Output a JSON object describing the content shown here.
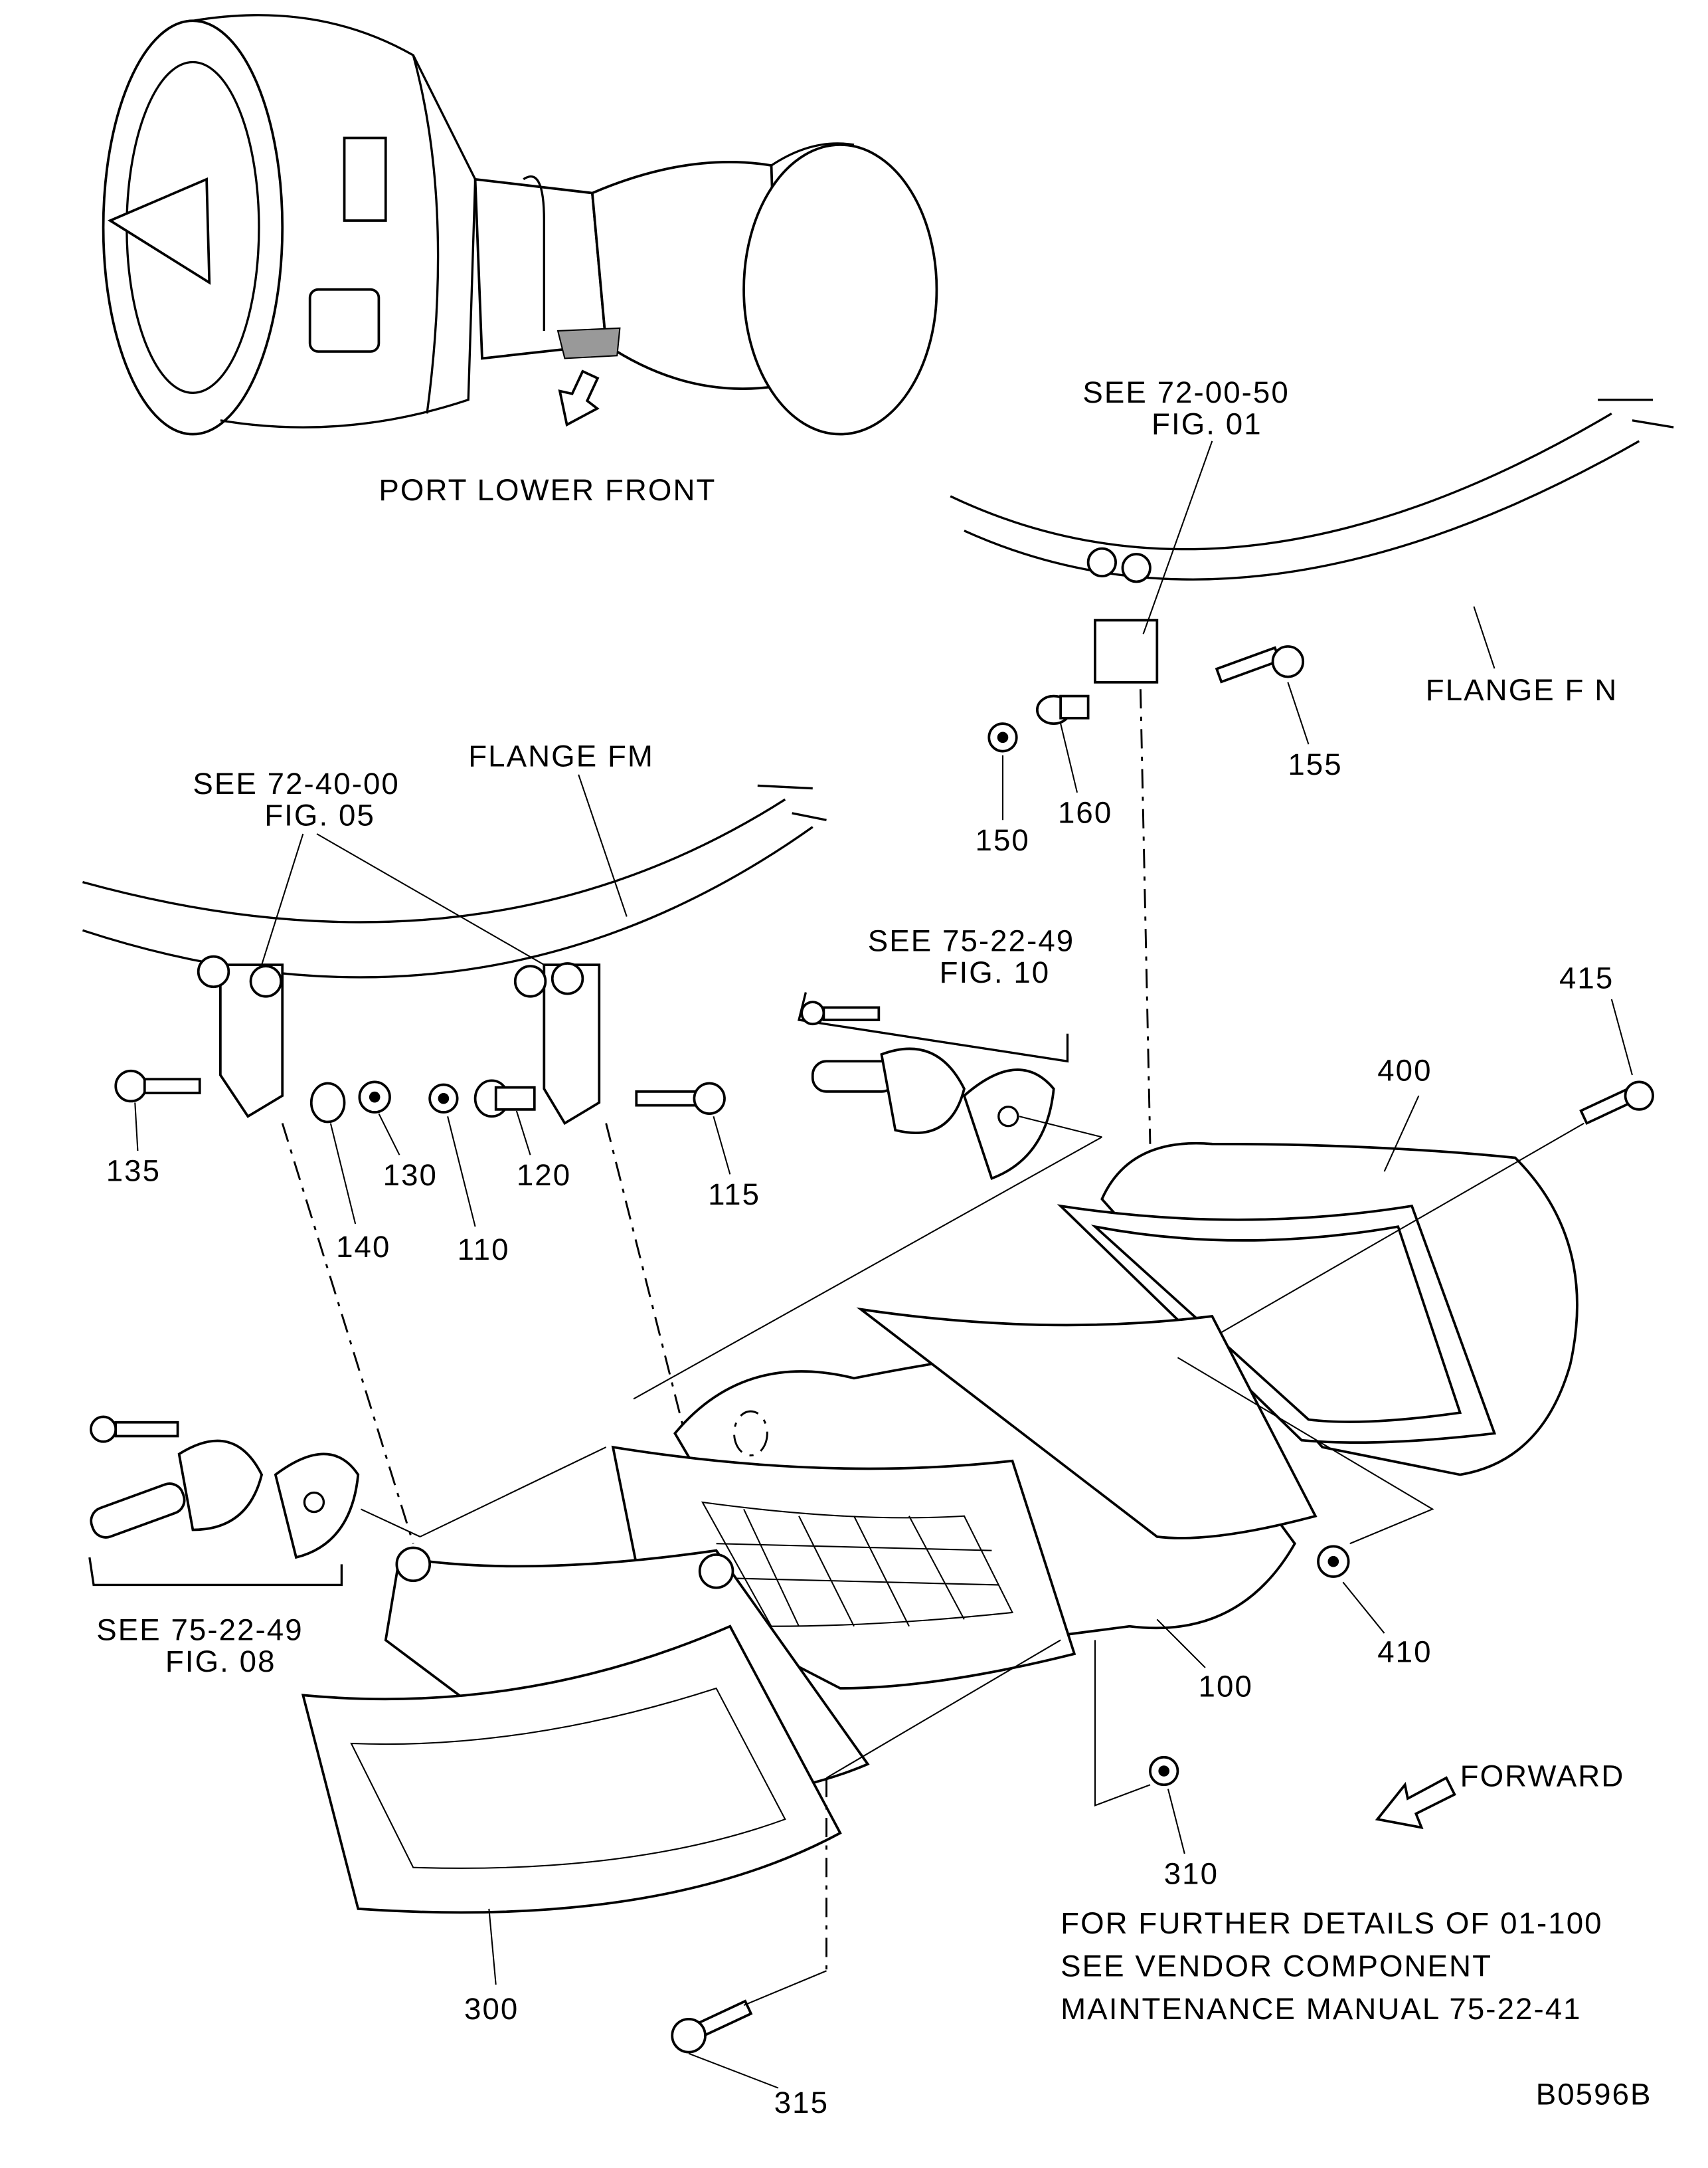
{
  "figure_id": "B0596B",
  "view_label": "PORT LOWER FRONT",
  "references": {
    "flange_fn_ref": {
      "line1": "SEE  72-00-50",
      "line2": "FIG. 01"
    },
    "flange_fm_ref": {
      "line1": "SEE  72-40-00",
      "line2": "FIG. 05"
    },
    "fig10_ref": {
      "line1": "SEE  75-22-49",
      "line2": "FIG. 10"
    },
    "fig08_ref": {
      "line1": "SEE  75-22-49",
      "line2": "FIG. 08"
    }
  },
  "flanges": {
    "fn": "FLANGE  F N",
    "fm": "FLANGE  FM"
  },
  "direction": {
    "label": "FORWARD"
  },
  "item_numbers": {
    "i100": "100",
    "i110": "110",
    "i115": "115",
    "i120": "120",
    "i130": "130",
    "i135": "135",
    "i140": "140",
    "i150": "150",
    "i155": "155",
    "i160": "160",
    "i300": "300",
    "i310": "310",
    "i315": "315",
    "i400": "400",
    "i410": "410",
    "i415": "415"
  },
  "note": {
    "line1": "FOR  FURTHER  DETAILS  OF  01-100",
    "line2": "SEE  VENDOR  COMPONENT",
    "line3": "MAINTENANCE  MANUAL  75-22-41"
  }
}
